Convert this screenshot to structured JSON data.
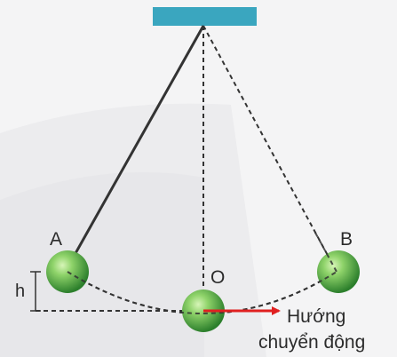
{
  "labels": {
    "point_a": "A",
    "point_b": "B",
    "point_o": "O",
    "height": "h",
    "motion_line1": "Hướng",
    "motion_line2": "chuyển động"
  },
  "colors": {
    "background": "#f4f4f5",
    "ceiling": "#3aa6bf",
    "string": "#333333",
    "dashed": "#333333",
    "ball_dark": "#2f8a2f",
    "ball_light": "#a7e07e",
    "arrow": "#e02020"
  }
}
